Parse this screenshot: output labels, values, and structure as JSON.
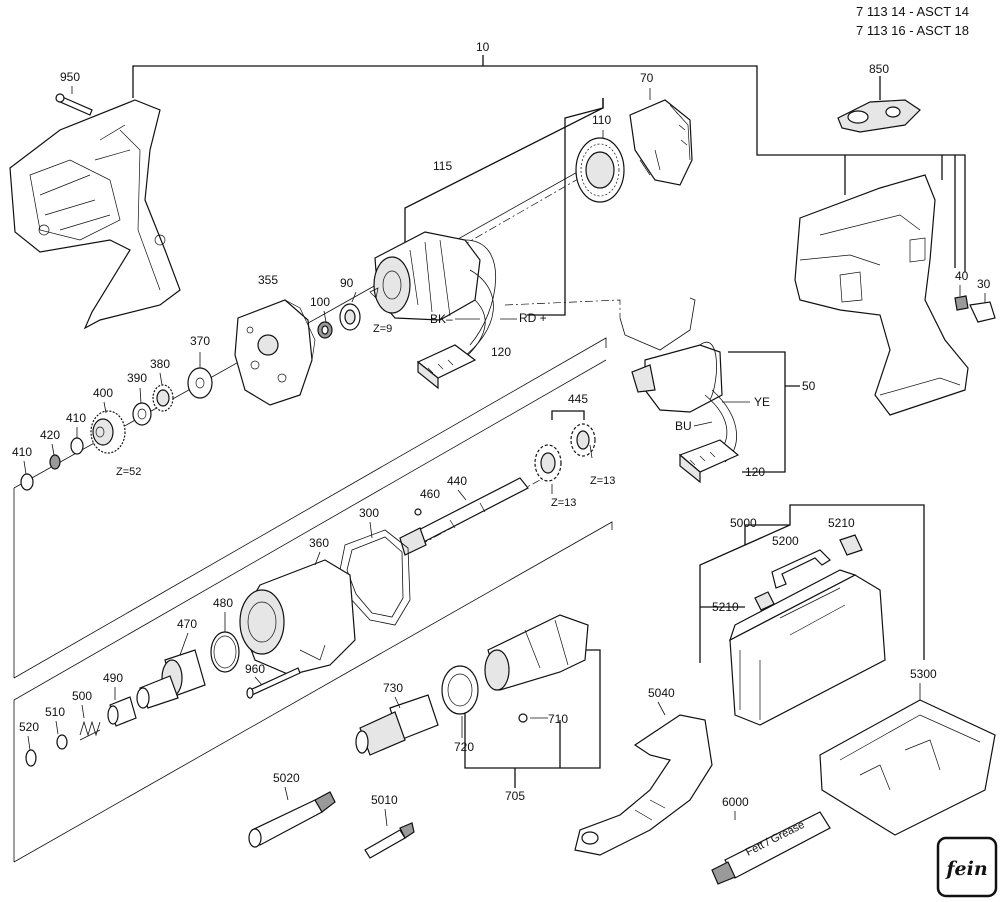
{
  "header": {
    "line1": "7 113 14 - ASCT 14",
    "line2": "7 113 16 - ASCT 18"
  },
  "labels": {
    "p10": "10",
    "p950": "950",
    "p70": "70",
    "p110": "110",
    "p115": "115",
    "p850": "850",
    "p355": "355",
    "p90": "90",
    "p100": "100",
    "p370": "370",
    "p380": "380",
    "p390": "390",
    "p400": "400",
    "p410a": "410",
    "p410b": "410",
    "p420": "420",
    "p40": "40",
    "p30": "30",
    "p120a": "120",
    "p120b": "120",
    "p50": "50",
    "p445": "445",
    "p440": "440",
    "p460": "460",
    "p300": "300",
    "p360": "360",
    "p480": "480",
    "p470": "470",
    "p960": "960",
    "p490": "490",
    "p500": "500",
    "p510": "510",
    "p520": "520",
    "p730": "730",
    "p720": "720",
    "p710": "710",
    "p705": "705",
    "p5040": "5040",
    "p5000": "5000",
    "p5200": "5200",
    "p5210a": "5210",
    "p5210b": "5210",
    "p5300": "5300",
    "p5020": "5020",
    "p5010": "5010",
    "p6000": "6000"
  },
  "wire_labels": {
    "bk": "BK–",
    "rd": "RD +",
    "ye": "YE",
    "bu": "BU"
  },
  "tooth_counts": {
    "z9": "Z=9",
    "z52": "Z=52",
    "z13a": "Z=13",
    "z13b": "Z=13"
  },
  "grease_tube_text": "Fett / Grease",
  "logo_text": "fein",
  "colors": {
    "line": "#111111",
    "fill_light": "#e6e6e6",
    "fill_dark": "#9a9a9a",
    "background": "#ffffff"
  }
}
